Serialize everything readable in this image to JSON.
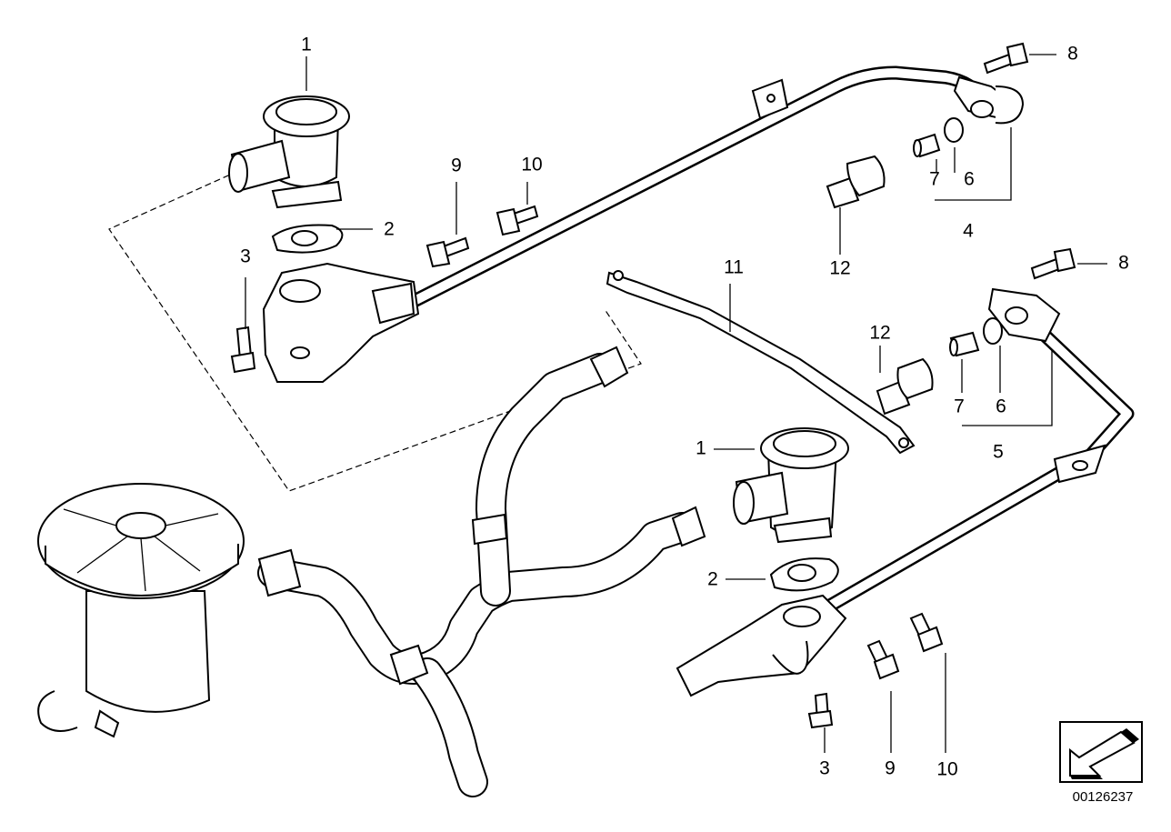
{
  "callouts": [
    {
      "id": "c1a",
      "text": "1"
    },
    {
      "id": "c2a",
      "text": "2"
    },
    {
      "id": "c3a",
      "text": "3"
    },
    {
      "id": "c9a",
      "text": "9"
    },
    {
      "id": "c10a",
      "text": "10"
    },
    {
      "id": "c8a",
      "text": "8"
    },
    {
      "id": "c7a",
      "text": "7"
    },
    {
      "id": "c6a",
      "text": "6"
    },
    {
      "id": "c4",
      "text": "4"
    },
    {
      "id": "c12a",
      "text": "12"
    },
    {
      "id": "c11",
      "text": "11"
    },
    {
      "id": "c8b",
      "text": "8"
    },
    {
      "id": "c12b",
      "text": "12"
    },
    {
      "id": "c7b",
      "text": "7"
    },
    {
      "id": "c6b",
      "text": "6"
    },
    {
      "id": "c5",
      "text": "5"
    },
    {
      "id": "c1b",
      "text": "1"
    },
    {
      "id": "c2b",
      "text": "2"
    },
    {
      "id": "c3b",
      "text": "3"
    },
    {
      "id": "c9b",
      "text": "9"
    },
    {
      "id": "c10b",
      "text": "10"
    }
  ],
  "reference_number": "00126237",
  "colors": {
    "line": "#000000",
    "background": "#ffffff"
  },
  "icons": {
    "reference_box": "arrow-down-left-icon"
  }
}
